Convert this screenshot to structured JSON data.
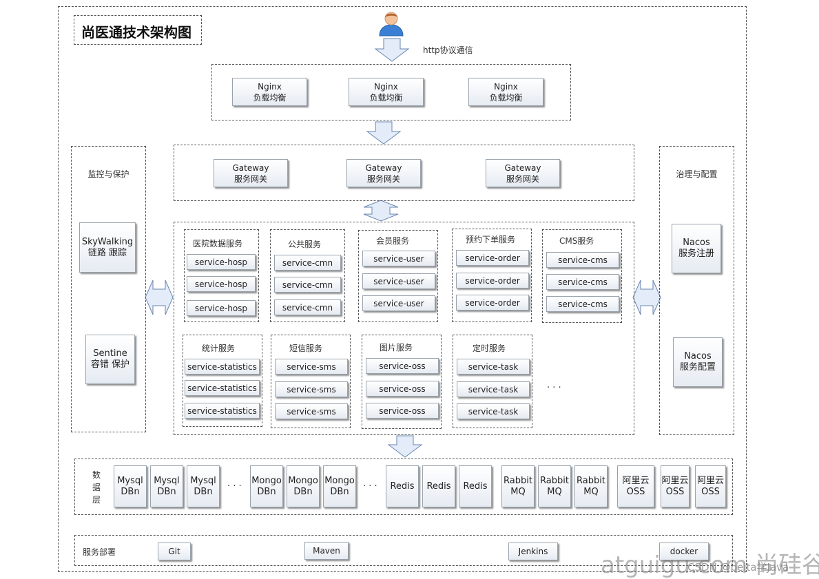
{
  "title": "尚医通技术架构图",
  "protocol_label": "http协议通信",
  "nginx": [
    {
      "name": "Nginx",
      "sub": "负载均衡"
    },
    {
      "name": "Nginx",
      "sub": "负载均衡"
    },
    {
      "name": "Nginx",
      "sub": "负载均衡"
    }
  ],
  "gateway": [
    {
      "name": "Gateway",
      "sub": "服务网关"
    },
    {
      "name": "Gateway",
      "sub": "服务网关"
    },
    {
      "name": "Gateway",
      "sub": "服务网关"
    }
  ],
  "monitor": {
    "title": "监控与保护",
    "items": [
      {
        "name": "SkyWalking",
        "sub": "链路  跟踪"
      },
      {
        "name": "Sentine",
        "sub": "容错  保护"
      }
    ]
  },
  "governance": {
    "title": "治理与配置",
    "items": [
      {
        "name": "Nacos",
        "sub": "服务注册"
      },
      {
        "name": "Nacos",
        "sub": "服务配置"
      }
    ]
  },
  "service_groups": [
    {
      "title": "医院数据服务",
      "services": [
        "service-hosp",
        "service-hosp",
        "service-hosp"
      ]
    },
    {
      "title": "公共服务",
      "services": [
        "service-cmn",
        "service-cmn",
        "service-cmn"
      ]
    },
    {
      "title": "会员服务",
      "services": [
        "service-user",
        "service-user",
        "service-user"
      ]
    },
    {
      "title": "预约下单服务",
      "services": [
        "service-order",
        "service-order",
        "service-order"
      ]
    },
    {
      "title": "CMS服务",
      "services": [
        "service-cms",
        "service-cms",
        "service-cms"
      ]
    },
    {
      "title": "统计服务",
      "services": [
        "service-statistics",
        "service-statistics",
        "service-statistics"
      ]
    },
    {
      "title": "短信服务",
      "services": [
        "service-sms",
        "service-sms",
        "service-sms"
      ]
    },
    {
      "title": "图片服务",
      "services": [
        "service-oss",
        "service-oss",
        "service-oss"
      ]
    },
    {
      "title": "定时服务",
      "services": [
        "service-task",
        "service-task",
        "service-task"
      ]
    }
  ],
  "more_services": "· · ·",
  "data_layer": {
    "label_chars": [
      "数",
      "据",
      "层"
    ],
    "ellipsis": "· · ·",
    "items": [
      {
        "line1": "Mysql",
        "line2": "DBn"
      },
      {
        "line1": "Mysql",
        "line2": "DBn"
      },
      {
        "line1": "Mysql",
        "line2": "DBn"
      },
      {
        "line1": "Mongo",
        "line2": "DBn"
      },
      {
        "line1": "Mongo",
        "line2": "DBn"
      },
      {
        "line1": "Mongo",
        "line2": "DBn"
      },
      {
        "line1": "Redis",
        "line2": ""
      },
      {
        "line1": "Redis",
        "line2": ""
      },
      {
        "line1": "Redis",
        "line2": ""
      },
      {
        "line1": "Rabbit",
        "line2": "MQ"
      },
      {
        "line1": "Rabbit",
        "line2": "MQ"
      },
      {
        "line1": "Rabbit",
        "line2": "MQ"
      },
      {
        "line1": "阿里云",
        "line2": "OSS"
      },
      {
        "line1": "阿里云",
        "line2": "OSS"
      },
      {
        "line1": "阿里云",
        "line2": "OSS"
      }
    ]
  },
  "deploy": {
    "label": "服务部署",
    "tools": [
      "Git",
      "Maven",
      "Jenkins",
      "docker"
    ]
  },
  "watermark": {
    "main": "atguigu.com 尚硅谷",
    "sub": "CSDN @beita学Java"
  },
  "colors": {
    "arrow_fill": "#e3ecf8",
    "arrow_stroke": "#6a86b0",
    "user_head": "#f2c29a",
    "user_body": "#3b7fd4"
  }
}
